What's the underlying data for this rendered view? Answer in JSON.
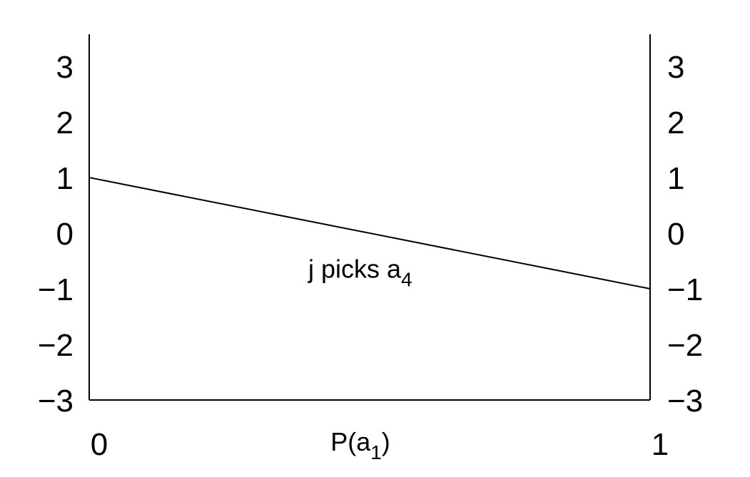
{
  "chart_data": {
    "type": "line",
    "title": "",
    "xlabel": "P(a",
    "xlabel_sub": "1",
    "xlabel_suffix": ")",
    "ylabel": "",
    "xlim": [
      0,
      1
    ],
    "ylim": [
      -3,
      3
    ],
    "x_ticks": [
      "0",
      "1"
    ],
    "y_ticks_left": [
      "3",
      "2",
      "1",
      "0",
      "−1",
      "−2",
      "−3"
    ],
    "y_ticks_right": [
      "3",
      "2",
      "1",
      "0",
      "−1",
      "−2",
      "−3"
    ],
    "series": [
      {
        "x": [
          0,
          1
        ],
        "y": [
          1,
          -1
        ]
      }
    ],
    "annotations": [
      {
        "text": "j picks a",
        "sub": "4",
        "x": 0.5,
        "y": -0.75
      }
    ],
    "grid": false,
    "colors": {
      "line": "#000000",
      "axis": "#000000",
      "background": "#ffffff"
    }
  }
}
